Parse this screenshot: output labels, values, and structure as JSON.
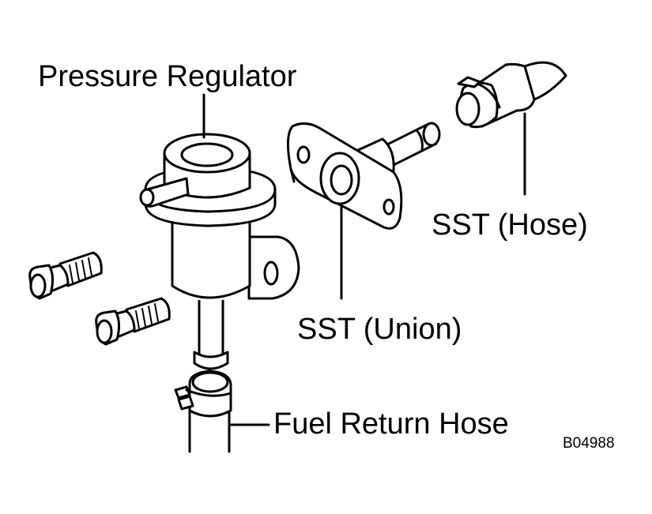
{
  "labels": {
    "pressure_regulator": "Pressure Regulator",
    "sst_hose": "SST (Hose)",
    "sst_union": "SST (Union)",
    "fuel_return_hose": "Fuel Return Hose",
    "figure_code": "B04988"
  }
}
